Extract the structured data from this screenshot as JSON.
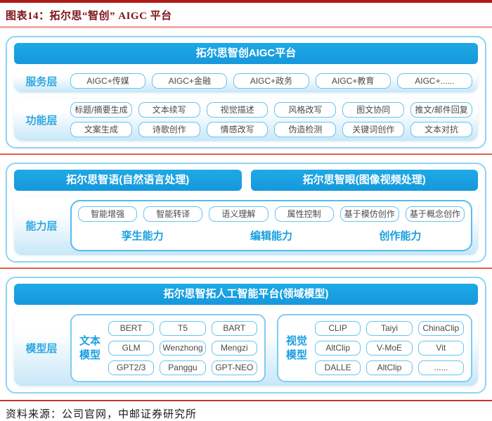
{
  "figure": {
    "title": "图表14：拓尔思“智创” AIGC 平台",
    "source": "资料来源：公司官网，中邮证券研究所"
  },
  "colors": {
    "header_blue": "#189FE0",
    "label_blue": "#2FA8E1",
    "button_border_blue": "#66C4F0",
    "panel_border_blue": "#8ED3F5",
    "title_dark_red": "#7D1416",
    "separator_red": "#DD6350",
    "top_rule_red": "#AE1917",
    "pink_rule": "#F2ABAB"
  },
  "platform": {
    "header": "拓尔思智创AIGC平台",
    "service_layer": {
      "label": "服务层",
      "items": [
        "AIGC+传媒",
        "AIGC+金融",
        "AIGC+政务",
        "AIGC+教育",
        "AIGC+......"
      ]
    },
    "function_layer": {
      "label": "功能层",
      "rows": [
        [
          "标题/摘要生成",
          "文本续写",
          "视觉描述",
          "风格改写",
          "图文协同",
          "推文/邮件回复"
        ],
        [
          "文案生成",
          "诗歌创作",
          "情感改写",
          "伪造检测",
          "关键词创作",
          "文本对抗"
        ]
      ]
    }
  },
  "capability": {
    "headers": [
      "拓尔思智语(自然语言处理)",
      "拓尔思智眼(图像视频处理)"
    ],
    "layer_label": "能力层",
    "items": [
      "智能增强",
      "智能转译",
      "语义理解",
      "属性控制",
      "基于模仿创作",
      "基于概念创作"
    ],
    "groups": [
      "孪生能力",
      "编辑能力",
      "创作能力"
    ]
  },
  "model": {
    "header": "拓尔思智拓人工智能平台(领域模型)",
    "layer_label": "模型层",
    "text_models": {
      "label": "文本模型",
      "items": [
        "BERT",
        "T5",
        "BART",
        "GLM",
        "Wenzhong",
        "Mengzi",
        "GPT2/3",
        "Panggu",
        "GPT-NEO"
      ]
    },
    "visual_models": {
      "label": "视觉模型",
      "items": [
        "CLIP",
        "Taiyi",
        "ChinaClip",
        "AltClip",
        "V-MoE",
        "Vit",
        "DALLE",
        "AltClip",
        "......"
      ]
    }
  }
}
